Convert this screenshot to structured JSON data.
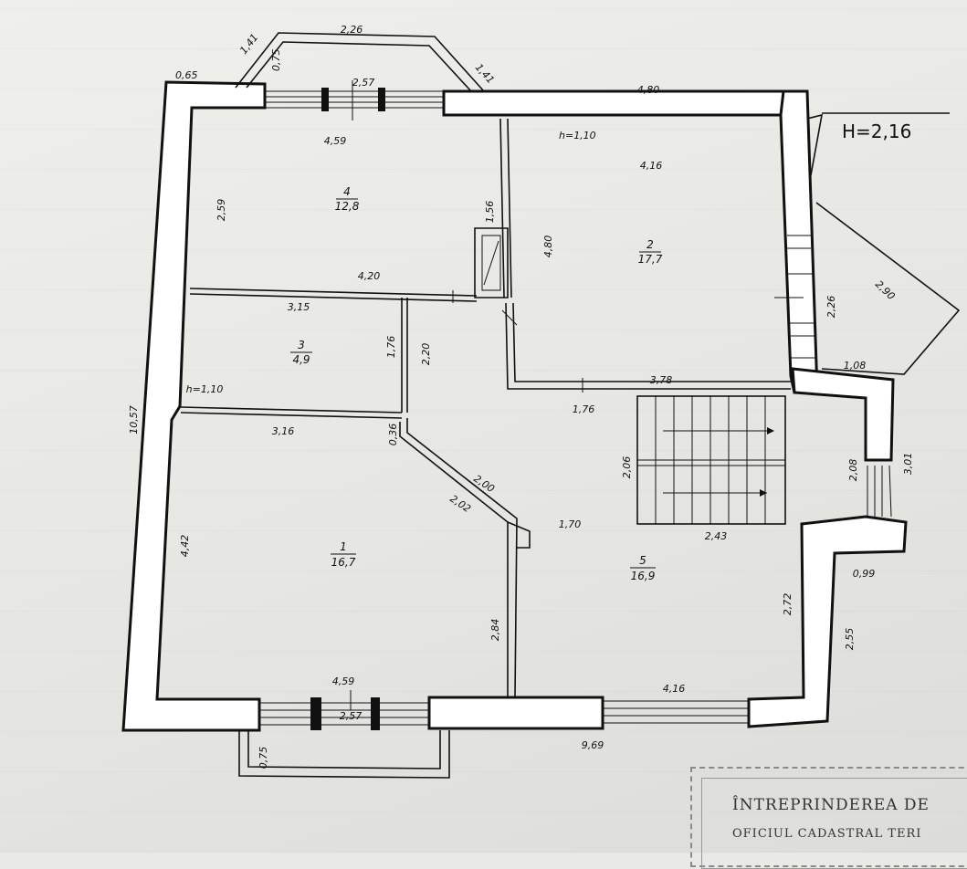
{
  "ceiling_height": "H=2,16",
  "stamp": {
    "line1": "ÎNTREPRINDEREA DE",
    "line2": "OFICIUL CADASTRAL TERI"
  },
  "rooms": [
    {
      "id": "r4",
      "number": "4",
      "area": "12,8"
    },
    {
      "id": "r2",
      "number": "2",
      "area": "17,7"
    },
    {
      "id": "r3",
      "number": "3",
      "area": "4,9"
    },
    {
      "id": "r1",
      "number": "1",
      "area": "16,7"
    },
    {
      "id": "r5",
      "number": "5",
      "area": "16,9"
    }
  ],
  "dimensions": [
    "2,26",
    "1,41",
    "1,41",
    "0,75",
    "2,57",
    "0,65",
    "4,80",
    "4,59",
    "h=1,10",
    "4,16",
    "2,59",
    "1,56",
    "4,80",
    "2,90",
    "4,20",
    "3,15",
    "1,76",
    "2,20",
    "2,26",
    "1,08",
    "3,78",
    "h=1,10",
    "1,76",
    "3,16",
    "0,36",
    "2,06",
    "2,08",
    "3,01",
    "10,57",
    "2,00",
    "2,02",
    "1,70",
    "2,43",
    "4,42",
    "0,99",
    "2,72",
    "2,55",
    "2,84",
    "4,59",
    "4,16",
    "2,57",
    "0,75",
    "9,69"
  ]
}
